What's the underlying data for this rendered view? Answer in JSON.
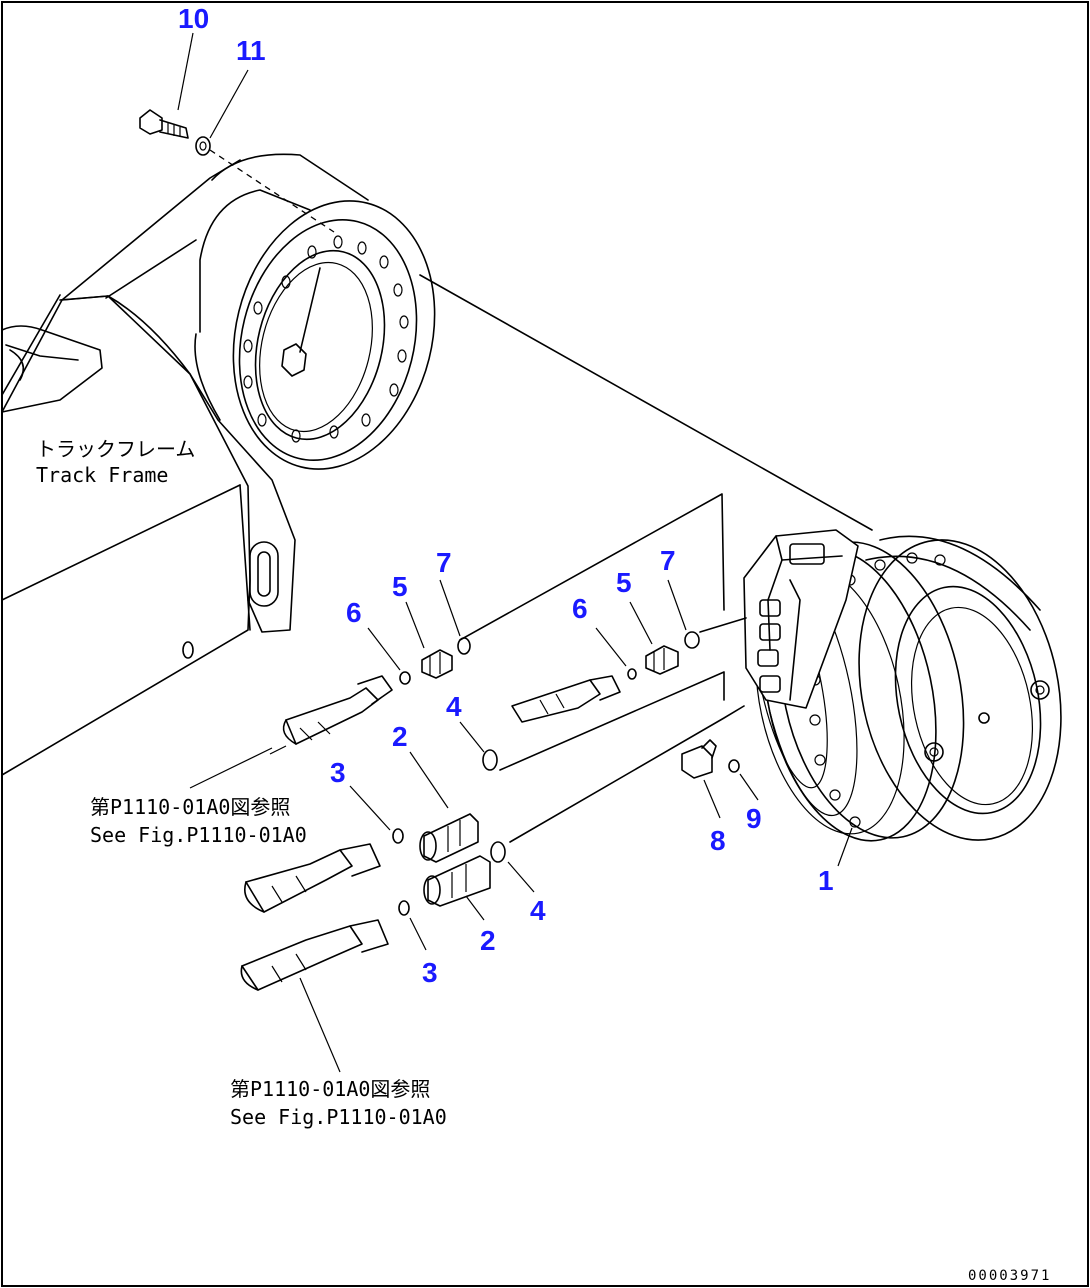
{
  "callouts": {
    "c1": "1",
    "c2a": "2",
    "c2b": "2",
    "c3a": "3",
    "c3b": "3",
    "c4a": "4",
    "c4b": "4",
    "c5a": "5",
    "c5b": "5",
    "c6a": "6",
    "c6b": "6",
    "c7a": "7",
    "c7b": "7",
    "c8": "8",
    "c9": "9",
    "c10": "10",
    "c11": "11"
  },
  "labels": {
    "track_frame_jp": "トラックフレーム",
    "track_frame_en": "Track Frame",
    "ref1_jp": "第P1110-01A0図参照",
    "ref1_en": "See Fig.P1110-01A0",
    "ref2_jp": "第P1110-01A0図参照",
    "ref2_en": "See Fig.P1110-01A0"
  },
  "drawing_code": "00003971",
  "colors": {
    "callout": "#1a1aff",
    "line": "#000000",
    "background": "#ffffff"
  }
}
